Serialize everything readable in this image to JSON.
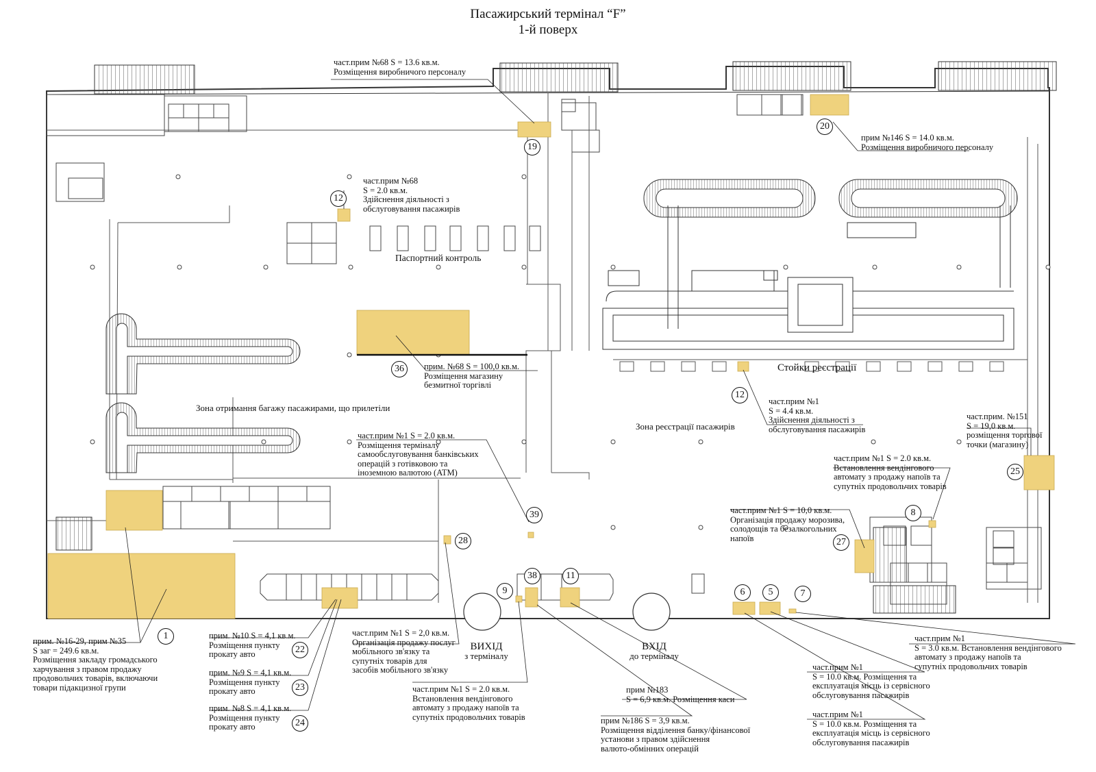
{
  "header": {
    "title": "Пасажирський термінал  “F”",
    "subtitle": "1-й поверх"
  },
  "colors": {
    "zone_fill": "#efd27d",
    "wall": "#333333",
    "background": "#ffffff"
  },
  "zones": {
    "passport_control": "Паспортний контроль",
    "baggage_claim": "Зона отримання багажу пасажирами, що прилетіли",
    "check_in_desks": "Стойки реєстрації",
    "check_in_zone": "Зона реєстрації пасажирів"
  },
  "exits": {
    "exit_main": "ВИХІД",
    "exit_sub": "з терміналу",
    "entry_main": "ВХІД",
    "entry_sub": "до терміналу"
  },
  "markers": {
    "m1": "1",
    "m5": "5",
    "m6": "6",
    "m7": "7",
    "m8": "8",
    "m9": "9",
    "m11": "11",
    "m12a": "12",
    "m12b": "12",
    "m19": "19",
    "m20": "20",
    "m22": "22",
    "m23": "23",
    "m24": "24",
    "m25": "25",
    "m27": "27",
    "m28": "28",
    "m36": "36",
    "m38": "38",
    "m39": "39"
  },
  "labels": {
    "l19": {
      "l1": "част.прим №68  S = 13.6 кв.м.",
      "l2": "Розміщення виробничого персоналу"
    },
    "l20": {
      "l1": "прим №146  S = 14.0 кв.м.",
      "l2": "Розміщення виробничого персоналу"
    },
    "l12a": {
      "l1": "част.прим №68",
      "l2": "S = 2.0 кв.м.",
      "l3": "Здійснення діяльності з",
      "l4": "обслуговування пасажирів"
    },
    "l36": {
      "l1": "прим. №68   S = 100,0 кв.м.",
      "l2": "Розміщення магазину",
      "l3": "безмитної торгівлі"
    },
    "l12b": {
      "l1": "част.прим №1",
      "l2": "S = 4.4 кв.м.",
      "l3": "Здійснення діяльності з",
      "l4": "обслуговування пасажирів"
    },
    "l25": {
      "l1": "част.прим. №151",
      "l2": "S = 19,0 кв.м.",
      "l3": "розміщення торгової",
      "l4": "точки (магазину)"
    },
    "l39": {
      "l1": "част.прим №1   S = 2.0 кв.м.",
      "l2": "Розміщення терміналу",
      "l3": "самообслуговування банківських",
      "l4": "операцій з готівковою та",
      "l5": "іноземною валютою (ATM)"
    },
    "l8": {
      "l1": "част.прим №1   S = 2.0 кв.м.",
      "l2": "Встановлення вендінгового",
      "l3": "автомату з продажу напоїв та",
      "l4": "супутніх продовольчих товарів"
    },
    "l27": {
      "l1": "част.прим №1    S = 10,0 кв.м.",
      "l2": "Організація продажу морозива,",
      "l3": "солодощів та безалкогольних",
      "l4": "напоїв"
    },
    "l1": {
      "l1": "прим. №16-29, прим №35",
      "l2": "S заг = 249.6 кв.м.",
      "l3": "Розміщення закладу громадського",
      "l4": "харчування з правом продажу",
      "l5": "продовольчих товарів, включаючи",
      "l6": "товари підакцизної групи"
    },
    "l22": {
      "l1": "прим. №10    S = 4,1 кв.м.",
      "l2": "Розміщення пункту",
      "l3": "прокату авто"
    },
    "l23": {
      "l1": "прим. №9    S = 4,1 кв.м.",
      "l2": "Розміщення пункту",
      "l3": "прокату авто"
    },
    "l24": {
      "l1": "прим. №8    S = 4,1 кв.м.",
      "l2": "Розміщення пункту",
      "l3": "прокату авто"
    },
    "l28": {
      "l1": "част.прим №1   S = 2,0 кв.м.",
      "l2": "Організація продажу послуг",
      "l3": "мобільного зв'язку та",
      "l4": "супутніх товарів для",
      "l5": "засобів мобільного зв'язку"
    },
    "l9": {
      "l1": "част.прим №1    S = 2.0 кв.м.",
      "l2": "Встановлення вендінгового",
      "l3": "автомату з продажу напоїв та",
      "l4": "супутніх продовольчих товарів"
    },
    "l11": {
      "l1": "прим №183",
      "l2": "S = 6,9 кв.м.  Розміщення каси"
    },
    "l38": {
      "l1": "прим №186  S = 3,9 кв.м.",
      "l2": "Розміщення відділення банку/фінансової",
      "l3": "установи з правом здійснення",
      "l4": "валюто-обмінних операцій"
    },
    "l7": {
      "l1": "част.прим №1",
      "l2": "S = 3.0 кв.м.  Встановлення вендінгового",
      "l3": "автомату з продажу напоїв та",
      "l4": "супутніх продовольчих товарів"
    },
    "l5": {
      "l1": "част.прим №1",
      "l2": "S = 10.0 кв.м.  Розміщення та",
      "l3": "експлуатація місць із сервісного",
      "l4": "обслуговування пасажирів"
    },
    "l6": {
      "l1": "част.прим №1",
      "l2": "S = 10.0 кв.м.  Розміщення та",
      "l3": "експлуатація місць із сервісного",
      "l4": "обслуговування пасажирів"
    }
  }
}
